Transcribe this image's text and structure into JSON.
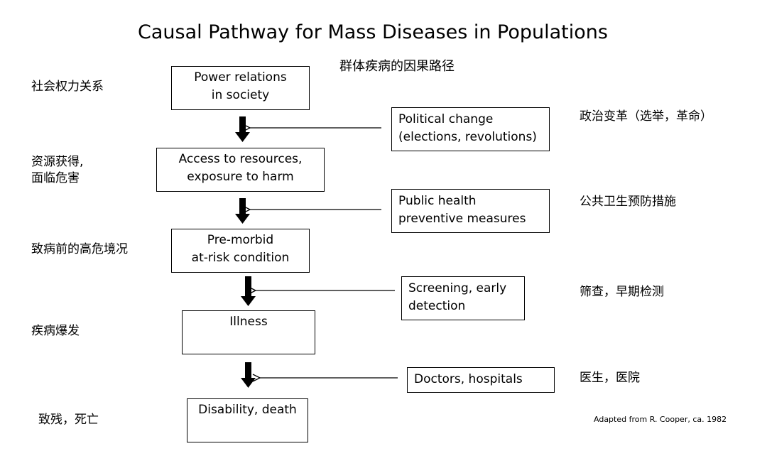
{
  "title": "Causal Pathway for Mass Diseases in Populations",
  "subtitle": "群体疾病的因果路径",
  "stages": [
    {
      "lines": [
        "Power relations",
        "in society"
      ],
      "label_cn": [
        "社会权力关系"
      ]
    },
    {
      "lines": [
        "Access to resources,",
        "exposure to harm"
      ],
      "label_cn": [
        "资源获得,",
        "面临危害"
      ]
    },
    {
      "lines": [
        "Pre-morbid",
        "at-risk condition"
      ],
      "label_cn": [
        "致病前的高危境况"
      ]
    },
    {
      "lines": [
        "Illness"
      ],
      "label_cn": [
        "疾病爆发"
      ]
    },
    {
      "lines": [
        "Disability, death"
      ],
      "label_cn": [
        "致残，死亡"
      ]
    }
  ],
  "interventions": [
    {
      "lines": [
        "Political change",
        "(elections, revolutions)"
      ],
      "label_cn": "政治变革（选举，革命）"
    },
    {
      "lines": [
        "Public health",
        "preventive measures"
      ],
      "label_cn": "公共卫生预防措施"
    },
    {
      "lines": [
        "Screening, early",
        "detection"
      ],
      "label_cn": "筛查，早期检测"
    },
    {
      "lines": [
        "Doctors, hospitals"
      ],
      "label_cn": "医生，医院"
    }
  ],
  "credit": "Adapted from R. Cooper, ca. 1982"
}
